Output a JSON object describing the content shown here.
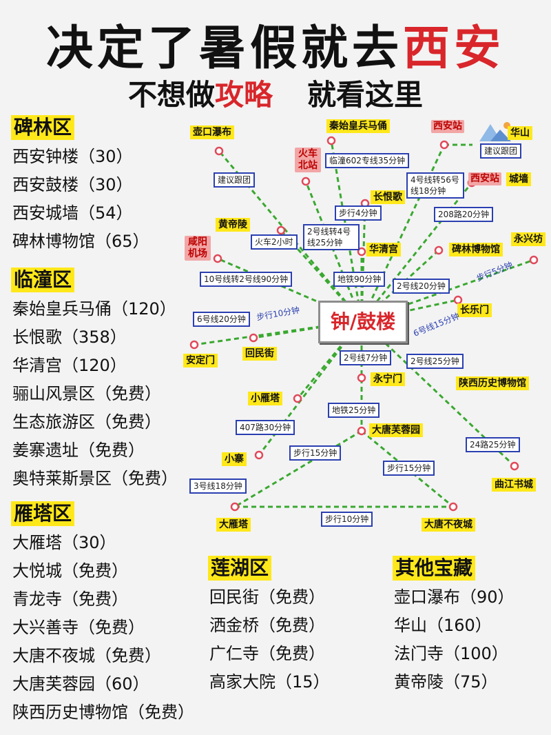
{
  "header": {
    "title_main": "决定了暑假就去",
    "title_accent": "西安",
    "subtitle_a": "不想做",
    "subtitle_accent": "攻略",
    "subtitle_b": "就看这里"
  },
  "districts": {
    "beilin": {
      "name": "碑林区",
      "items": [
        "西安钟楼（30）",
        "西安鼓楼（30）",
        "西安城墙（54）",
        "碑林博物馆（65）"
      ]
    },
    "lintong": {
      "name": "临潼区",
      "items": [
        "秦始皇兵马俑（120）",
        "长恨歌（358）",
        "华清宫（120）",
        "骊山风景区（免费）",
        "生态旅游区（免费）",
        "姜寨遗址（免费）",
        "奥特莱斯景区（免费）"
      ]
    },
    "yanta": {
      "name": "雁塔区",
      "items": [
        "大雁塔（30）",
        "大悦城（免费）",
        "青龙寺（免费）",
        "大兴善寺（免费）",
        "大唐不夜城（免费）",
        "大唐芙蓉园（60）",
        "陕西历史博物馆（免费）"
      ]
    },
    "lianhu": {
      "name": "莲湖区",
      "items": [
        "回民街（免费）",
        "洒金桥（免费）",
        "广仁寺（免费）",
        "高家大院（15）"
      ]
    },
    "other": {
      "name": "其他宝藏",
      "items": [
        "壶口瀑布（90）",
        "华山（160）",
        "法门寺（100）",
        "黄帝陵（75）"
      ]
    }
  },
  "map": {
    "center": "钟/鼓楼",
    "stations": {
      "hukou": "壶口瀑布",
      "bmy": "秦始皇兵马俑",
      "huashan": "华山",
      "huangdiling": "黄帝陵",
      "changhen": "长恨歌",
      "chengqiang": "城墙",
      "huaqing": "华清宫",
      "beilin": "碑林博物馆",
      "yongxing": "永兴坊",
      "changle": "长乐门",
      "anding": "安定门",
      "huimin": "回民街",
      "yongning": "永宁门",
      "shaanxi": "陕西历史博物馆",
      "xiaoyan": "小雁塔",
      "furong": "大唐芙蓉园",
      "xiaozhai": "小寨",
      "qujiang": "曲江书城",
      "dayan": "大雁塔",
      "buyecheng": "大唐不夜城"
    },
    "red_stations": {
      "xa1": "西安站",
      "xa2": "西安站",
      "beizhan": "火车北站",
      "jichang": "咸阳机场"
    },
    "routes": {
      "r1": "建议跟团",
      "r2": "建议跟团",
      "r3": "临潼602专线35分钟",
      "r4": "4号线转56号线18分钟",
      "r5": "步行4分钟",
      "r6": "208路20分钟",
      "r7": "2号线转4号线25分钟",
      "r8": "火车2小时",
      "r9": "10号线转2号线90分钟",
      "r10": "地铁90分钟",
      "r11": "2号线20分钟",
      "r12": "6号线20分钟",
      "r13": "2号线7分钟",
      "r14": "2号线25分钟",
      "r15": "地铁25分钟",
      "r16": "407路30分钟",
      "r17": "步行15分钟",
      "r18": "24路25分钟",
      "r19": "步行15分钟",
      "r20": "3号线18分钟",
      "r21": "步行10分钟"
    },
    "walks": {
      "w1": "步行10分钟",
      "w2": "6号线15分钟",
      "w3": "步行5分钟"
    }
  }
}
